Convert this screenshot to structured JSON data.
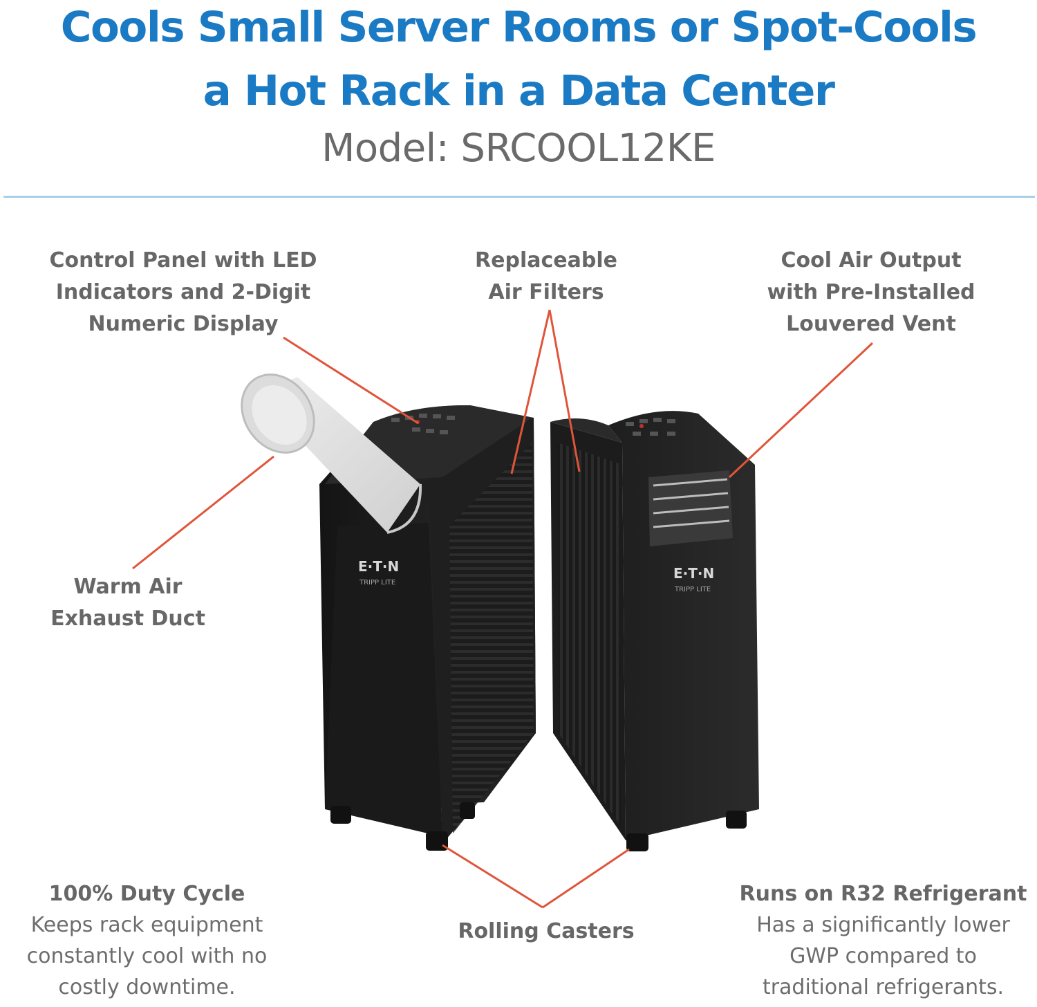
{
  "header": {
    "title_line1": "Cools Small Server Rooms or Spot-Cools",
    "title_line2": "a Hot Rack in a Data Center",
    "model": "Model: SRCOOL12KE"
  },
  "callouts": {
    "control_panel": [
      "Control Panel with LED",
      "Indicators and 2-Digit",
      "Numeric Display"
    ],
    "air_filters": [
      "Replaceable",
      "Air Filters"
    ],
    "cool_air": [
      "Cool Air Output",
      "with Pre-Installed",
      "Louvered Vent"
    ],
    "warm_air": [
      "Warm Air",
      "Exhaust Duct"
    ],
    "casters": [
      "Rolling Casters"
    ]
  },
  "features": {
    "duty_cycle": {
      "title": "100% Duty Cycle",
      "lines": [
        "Keeps rack equipment",
        "constantly cool with no",
        "costly downtime."
      ]
    },
    "refrigerant": {
      "title": "Runs on R32 Refrigerant",
      "lines": [
        "Has a significantly lower",
        "GWP compared to",
        "traditional refrigerants."
      ]
    }
  },
  "brand": {
    "logo_text": "E·T·N",
    "logo_sub": "TRIPP LITE"
  },
  "colors": {
    "headline": "#1a7ac4",
    "leader_line": "#e0553a",
    "unit_body": "#1b1b1b",
    "duct": "#d9d9d9"
  }
}
